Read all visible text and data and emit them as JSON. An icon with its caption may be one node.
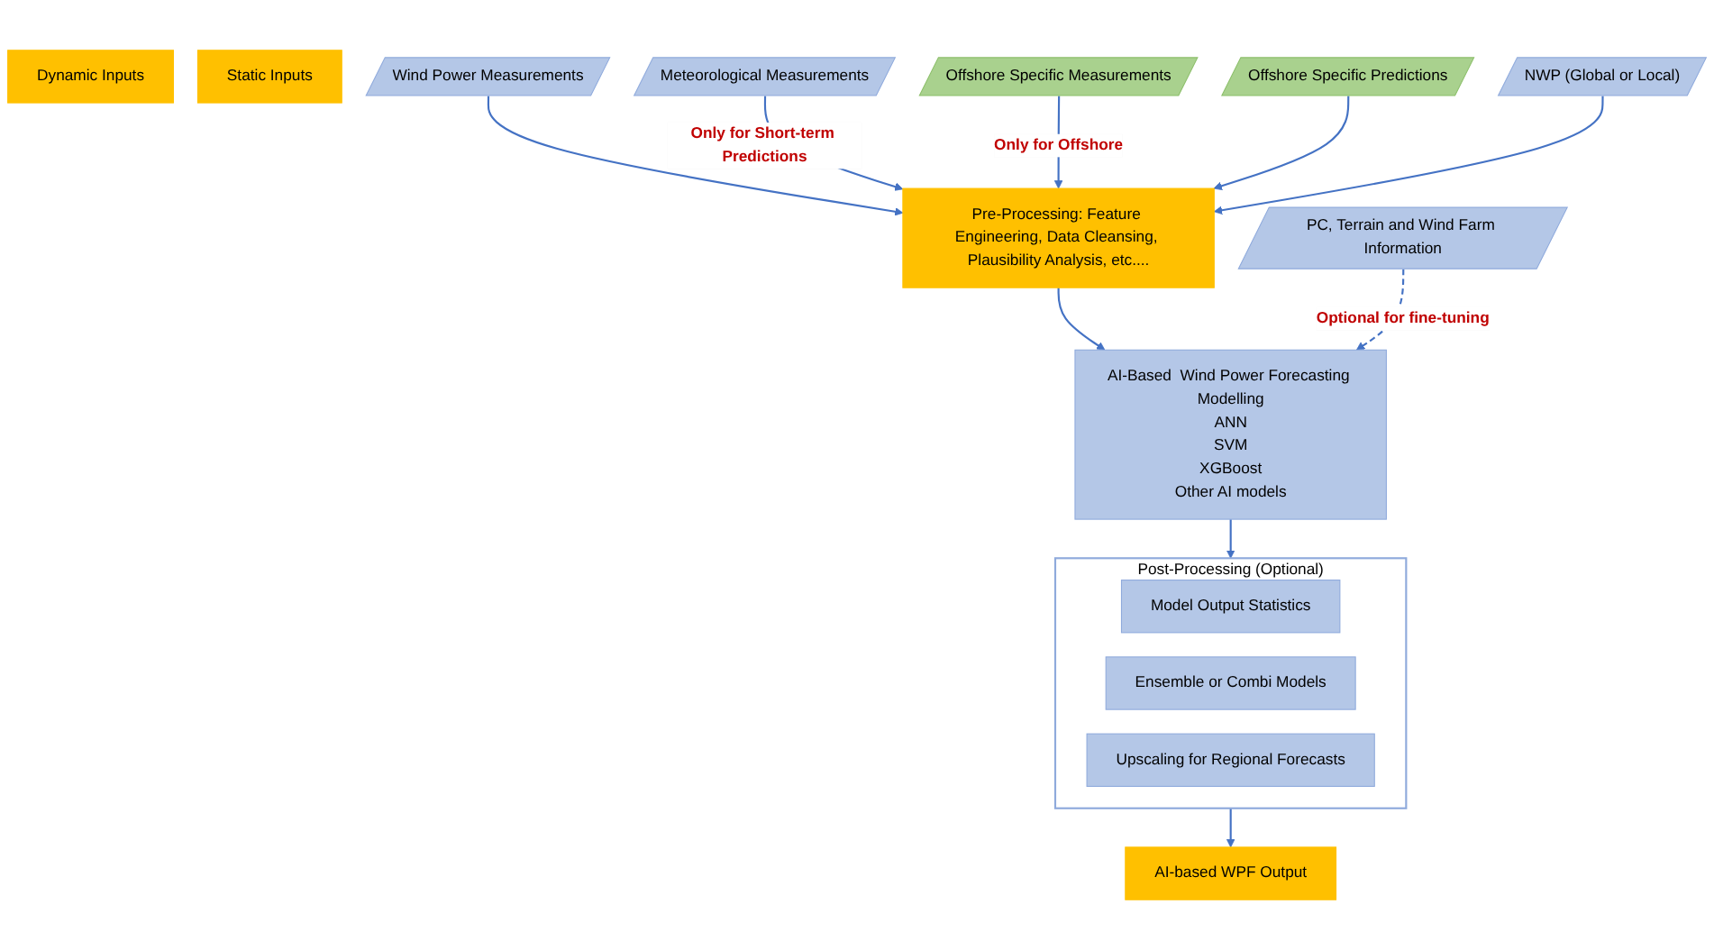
{
  "diagram": {
    "nodes": [
      {
        "text": [
          "Dynamic Inputs"
        ]
      },
      {
        "text": [
          "Static Inputs"
        ]
      },
      {
        "text": [
          "Wind Power Measurements"
        ]
      },
      {
        "text": [
          "Meteorological Measurements"
        ]
      },
      {
        "text": [
          "Offshore Specific Measurements"
        ]
      },
      {
        "text": [
          "Offshore Specific Predictions"
        ]
      },
      {
        "text": [
          "NWP (Global or Local)"
        ]
      },
      {
        "text": [
          "PC, Terrain and Wind Farm Information"
        ]
      },
      {
        "text": [
          "Pre-Processing: Feature Engineering, Data Cleansing, Plausibility Analysis, etc...."
        ]
      },
      {
        "text": [
          "AI-Based  Wind Power Forecasting Modelling",
          "ANN",
          "SVM",
          "XGBoost",
          "Other AI models"
        ]
      },
      {
        "text": [
          "Post-Processing (Optional)"
        ]
      },
      {
        "text": [
          "Model Output Statistics"
        ],
        "in": 10
      },
      {
        "text": [
          "Ensemble or Combi Models"
        ],
        "in": 10
      },
      {
        "text": [
          "Upscaling for Regional Forecasts"
        ],
        "in": 10
      },
      {
        "text": [
          "AI-based WPF Output"
        ]
      }
    ],
    "edges": [
      {
        "from": 2,
        "to": 8,
        "arrow": "to"
      },
      {
        "from": 3,
        "to": 8,
        "arrow": "to",
        "label": "Only for Short-term Predictions"
      },
      {
        "from": 4,
        "to": 8,
        "arrow": "to",
        "label": "Only for Offshore"
      },
      {
        "from": 5,
        "to": 8,
        "arrow": "to"
      },
      {
        "from": 6,
        "to": 8,
        "arrow": "to"
      },
      {
        "from": 8,
        "to": 9,
        "arrow": "to"
      },
      {
        "from": 7,
        "to": 9,
        "arrow": "to",
        "style": "dashed",
        "label": "Optional for fine-tuning"
      },
      {
        "from": 9,
        "to": 10,
        "arrow": "to"
      },
      {
        "from": 10,
        "to": 14,
        "arrow": "to"
      }
    ]
  }
}
